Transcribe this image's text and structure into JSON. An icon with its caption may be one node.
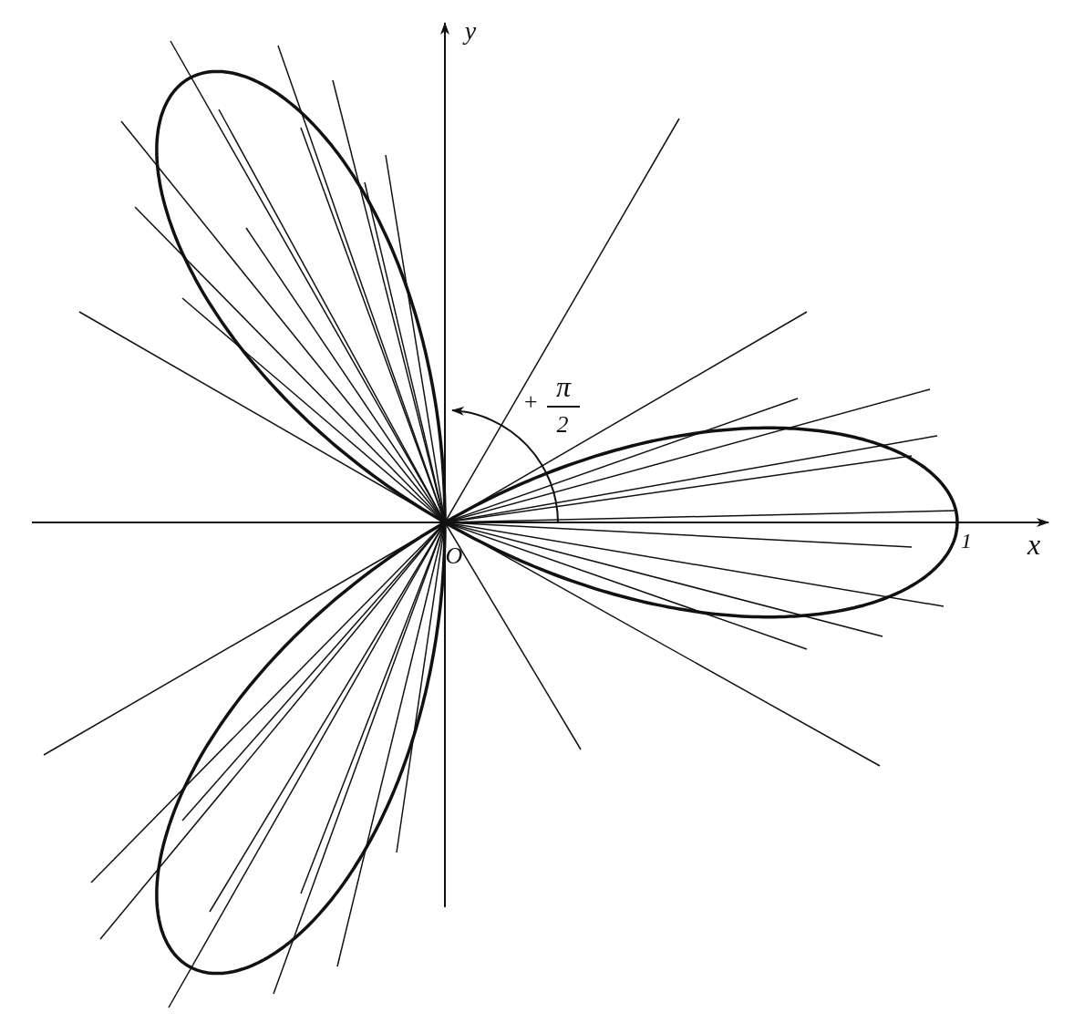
{
  "diagram": {
    "labels": [
      "y",
      "+",
      "π",
      "2",
      "O",
      "1",
      "x"
    ]
  }
}
